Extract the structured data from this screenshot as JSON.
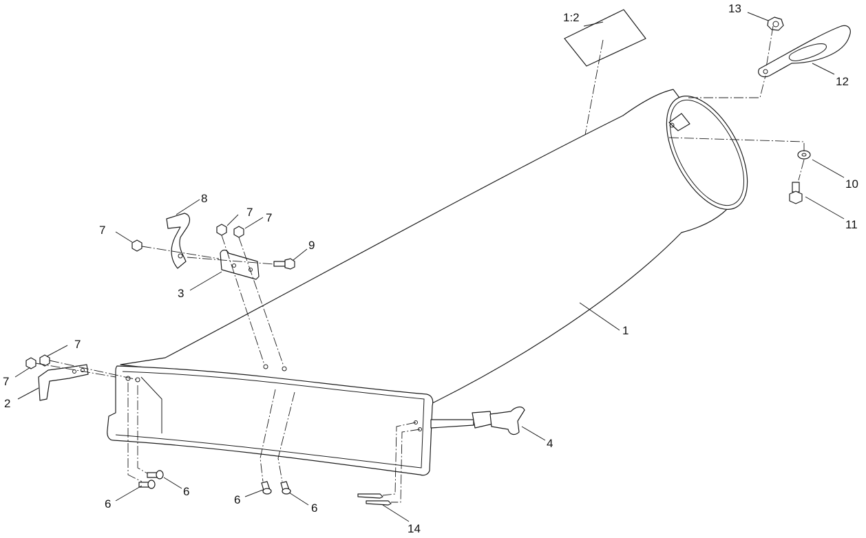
{
  "callouts": {
    "c1": "1",
    "c1_2": "1:2",
    "c2": "2",
    "c3": "3",
    "c4": "4",
    "c6a": "6",
    "c6b": "6",
    "c6c": "6",
    "c6d": "6",
    "c7a": "7",
    "c7b": "7",
    "c7c": "7",
    "c7d": "7",
    "c7e": "7",
    "c8": "8",
    "c9": "9",
    "c10": "10",
    "c11": "11",
    "c12": "12",
    "c13": "13",
    "c14": "14"
  }
}
